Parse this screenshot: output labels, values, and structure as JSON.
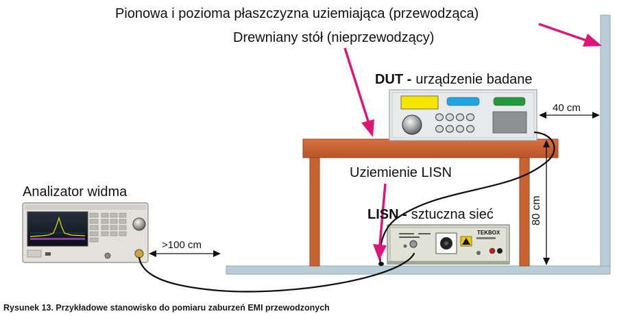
{
  "labels": {
    "ground_plane": "Pionowa i pozioma płaszczyzna uziemiająca (przewodząca)",
    "table": "Drewniany stół (nieprzewodzący)",
    "dut_bold": "DUT -",
    "dut_rest": "urządzenie badane",
    "distance_wall": "40 cm",
    "lisn_ground": "Uziemienie LISN",
    "analyzer": "Analizator widma",
    "lisn_bold": "LISN -",
    "lisn_rest": "sztuczna sieć",
    "height": "80 cm",
    "distance_analyzer": ">100 cm",
    "lisn_brand": "TEKBOX"
  },
  "caption": "Rysunek 13. Przykładowe stanowisko do pomiaru zaburzeń EMI przewodzonych",
  "colors": {
    "arrow": "#e0157a",
    "plane": "#b9cdd7",
    "plane_edge": "#8fa8b6",
    "table": "#c8622e",
    "table_dark": "#9a4520",
    "dut_yellow": "#f5e600",
    "dut_blue": "#1ea4e0",
    "dut_green": "#1f9a3c"
  }
}
